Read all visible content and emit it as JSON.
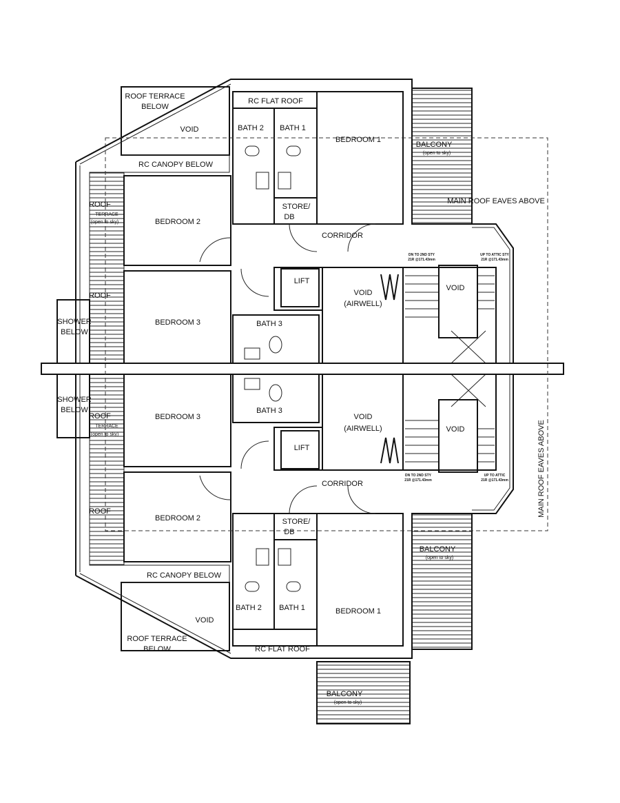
{
  "plan": {
    "upper_unit": {
      "roof_terrace_below": [
        "ROOF TERRACE",
        "BELOW"
      ],
      "void": "VOID",
      "rc_canopy_below": "RC CANOPY BELOW",
      "rc_flat_roof": "RC FLAT ROOF",
      "bath_2": "BATH 2",
      "bath_1": "BATH 1",
      "bedroom_1": "BEDROOM 1",
      "balcony": [
        "BALCONY",
        "(open to sky)"
      ],
      "main_roof_eaves": "MAIN ROOF EAVES ABOVE",
      "roof_terrace_side": [
        "ROOF",
        "TERRACE",
        "(open to sky)"
      ],
      "bedroom_2": "BEDROOM 2",
      "store_db": [
        "STORE/",
        "DB"
      ],
      "corridor": "CORRIDOR",
      "lift": "LIFT",
      "void_airwell": [
        "VOID",
        "(AIRWELL)"
      ],
      "stair_void": "VOID",
      "stair_dn": [
        "DN TO 2ND STY",
        "21R @171.43mm"
      ],
      "stair_up": [
        "UP TO ATTIC STY",
        "21R @171.43mm"
      ],
      "bedroom_3": "BEDROOM 3",
      "bath_3": "BATH 3",
      "shower_below": [
        "SHOWER",
        "BELOW"
      ]
    },
    "lower_unit": {
      "roof_terrace_below": [
        "ROOF TERRACE",
        "BELOW"
      ],
      "void": "VOID",
      "rc_canopy_below": "RC CANOPY BELOW",
      "rc_flat_roof": "RC FLAT ROOF",
      "bath_2": "BATH 2",
      "bath_1": "BATH 1",
      "bedroom_1": "BEDROOM 1",
      "balcony_side": [
        "BALCONY",
        "(open to sky)"
      ],
      "balcony_bottom": [
        "BALCONY",
        "(open to sky)"
      ],
      "main_roof_eaves": "MAIN ROOF EAVES ABOVE",
      "roof_terrace_side": [
        "ROOF",
        "TERRACE",
        "(open to sky)"
      ],
      "bedroom_2": "BEDROOM 2",
      "store_db": [
        "STORE/",
        "DB"
      ],
      "corridor": "CORRIDOR",
      "lift": "LIFT",
      "void_airwell": [
        "VOID",
        "(AIRWELL)"
      ],
      "stair_void": "VOID",
      "stair_dn": [
        "DN TO 2ND STY",
        "21R @171.43mm"
      ],
      "stair_up": [
        "UP TO ATTIC",
        "21R @171.43mm"
      ],
      "bedroom_3": "BEDROOM 3",
      "bath_3": "BATH 3",
      "shower_below": [
        "SHOWER",
        "BELOW"
      ]
    }
  }
}
